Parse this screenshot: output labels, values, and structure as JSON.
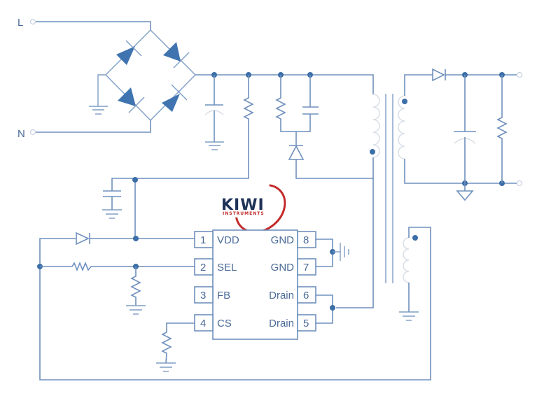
{
  "diagram": {
    "type": "flyback power supply schematic",
    "inputs": [
      {
        "id": "L",
        "label": "L"
      },
      {
        "id": "N",
        "label": "N"
      }
    ],
    "logo": {
      "brand": "KIWI",
      "tagline": "INSTRUMENTS",
      "colors": {
        "text": "#1f3358",
        "swoosh": "#c42a2a"
      }
    },
    "ic": {
      "pins_left": [
        {
          "number": "1",
          "name": "VDD"
        },
        {
          "number": "2",
          "name": "SEL"
        },
        {
          "number": "3",
          "name": "FB"
        },
        {
          "number": "4",
          "name": "CS"
        }
      ],
      "pins_right": [
        {
          "number": "8",
          "name": "GND"
        },
        {
          "number": "7",
          "name": "GND"
        },
        {
          "number": "6",
          "name": "Drain"
        },
        {
          "number": "5",
          "name": "Drain"
        }
      ]
    },
    "components": [
      "bridge-rectifier",
      "bulk-capacitor",
      "startup-resistor",
      "snubber-resistor",
      "snubber-capacitor",
      "snubber-diode",
      "transformer-primary",
      "transformer-secondary",
      "transformer-auxiliary",
      "output-diode",
      "output-capacitor",
      "load-resistor",
      "vdd-capacitor",
      "aux-diode",
      "sel-divider-top-resistor",
      "sel-divider-bottom-resistor",
      "cs-resistor"
    ],
    "colors": {
      "wire": "#6f90bd",
      "node": "#3c6ea8",
      "diode_fill": "#3f74b0",
      "coil": "#d7dde6"
    }
  }
}
